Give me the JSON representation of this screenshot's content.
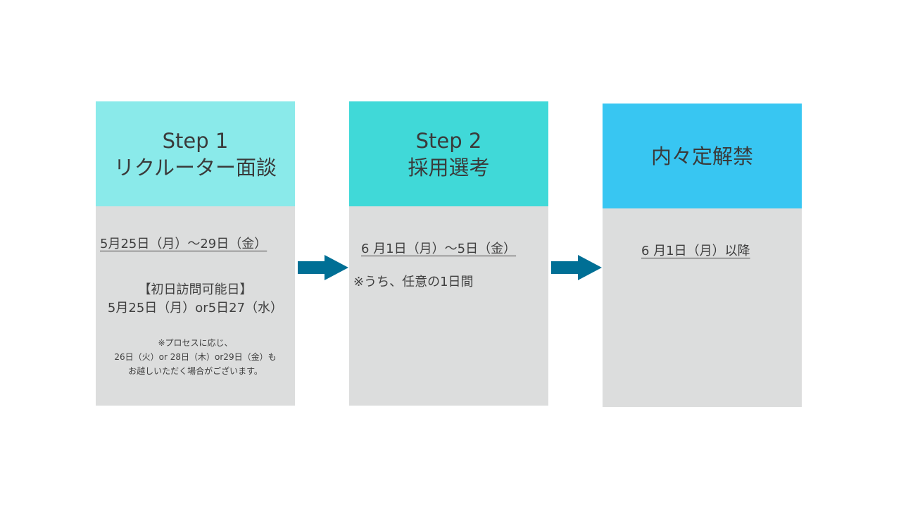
{
  "steps": [
    {
      "title_line1": "Step 1",
      "title_line2": "リクルーター面談",
      "date": "5月25日（月）～29日（金）",
      "visit_title": "【初日訪問可能日】",
      "visit_dates": "5月25日（月）or5日27（水）",
      "note_lines": [
        "※プロセスに応じ、",
        "26日（火）or 28日（木）or29日（金）も",
        "お越しいただく場合がございます。"
      ]
    },
    {
      "title_line1": "Step 2",
      "title_line2": "採用選考",
      "date": "6 月1日（月）～5日（金）",
      "note": "※うち、任意の1日間"
    },
    {
      "title_line1": "内々定解禁",
      "date": "6 月1日（月）以降"
    }
  ],
  "colors": {
    "step1_header": "#8aeaea",
    "step2_header": "#40d9d8",
    "step3_header": "#38c6f2",
    "body": "#dcdddd",
    "arrow": "#006f95"
  }
}
